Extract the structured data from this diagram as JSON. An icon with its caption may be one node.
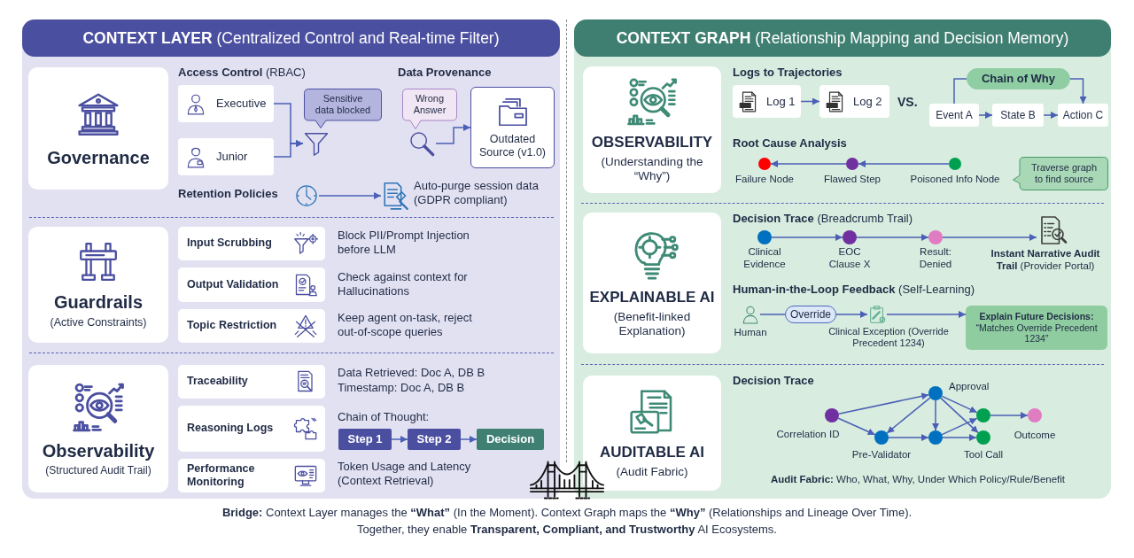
{
  "diagram": {
    "nodes": [
      {
        "text": [
          "**CONTEXT LAYER** (Centralized Control and Real-time Filter)"
        ]
      },
      {
        "text": [
          "Governance"
        ],
        "in": 0
      },
      {
        "text": [
          "Executive"
        ],
        "in": 0
      },
      {
        "text": [
          "Junior"
        ],
        "in": 0
      },
      {
        "text": [],
        "shape": "picture",
        "in": 0
      },
      {
        "text": [
          "Sensitive data blocked"
        ],
        "in": 0
      },
      {
        "text": [
          "Wrong Answer"
        ],
        "in": 0
      },
      {
        "text": [],
        "shape": "picture",
        "in": 0
      },
      {
        "text": [
          "Outdated Source (v1.0)"
        ],
        "in": 0
      },
      {
        "text": [],
        "shape": "picture",
        "in": 0
      },
      {
        "text": [],
        "shape": "picture",
        "in": 0,
        "beside": [
          "Auto-purge session data (GDPR compliant)"
        ]
      },
      {
        "text": [
          "Guardrails",
          "(Active Constraints)"
        ],
        "in": 0
      },
      {
        "text": [
          "Input Scrubbing"
        ],
        "in": 0,
        "beside": [
          "Block PII/Prompt Injection before LLM"
        ]
      },
      {
        "text": [
          "Output Validation"
        ],
        "in": 0,
        "beside": [
          "Check against context for Hallucinations"
        ]
      },
      {
        "text": [
          "Topic Restriction"
        ],
        "in": 0,
        "beside": [
          "Keep agent on-task, reject out-of-scope queries"
        ]
      },
      {
        "text": [
          "Observability",
          "(Structured Audit Trail)"
        ],
        "in": 0
      },
      {
        "text": [
          "Traceability"
        ],
        "in": 0,
        "beside": [
          "Data Retrieved: Doc A, DB B",
          "Timestamp: Doc A, DB B"
        ]
      },
      {
        "text": [
          "Reasoning Logs"
        ],
        "in": 0
      },
      {
        "text": [
          "Step 1"
        ],
        "in": 0
      },
      {
        "text": [
          "Step 2"
        ],
        "in": 0
      },
      {
        "text": [
          "Decision"
        ],
        "in": 0
      },
      {
        "text": [
          "Performance Monitoring"
        ],
        "in": 0,
        "beside": [
          "Token Usage and Latency (Context Retrieval)"
        ]
      },
      {
        "text": [
          "**CONTEXT GRAPH** (Relationship Mapping and Decision Memory)"
        ]
      },
      {
        "text": [
          "OBSERVABILITY",
          "(Understanding the “Why”)"
        ],
        "in": 22
      },
      {
        "text": [
          "Log 1"
        ],
        "in": 22
      },
      {
        "text": [
          "Log 2"
        ],
        "in": 22
      },
      {
        "text": [
          "Chain of Why"
        ],
        "in": 22
      },
      {
        "text": [
          "Event A"
        ],
        "in": 22
      },
      {
        "text": [
          "State B"
        ],
        "in": 22
      },
      {
        "text": [
          "Action C"
        ],
        "in": 22
      },
      {
        "text": [],
        "shape": "circle",
        "in": 22,
        "beside": [
          "Failure Node"
        ]
      },
      {
        "text": [],
        "shape": "circle",
        "in": 22,
        "beside": [
          "Flawed Step"
        ]
      },
      {
        "text": [],
        "shape": "circle",
        "in": 22,
        "beside": [
          "Poisoned Info Node"
        ]
      },
      {
        "text": [
          "Traverse graph to find source"
        ],
        "in": 22
      },
      {
        "text": [
          "EXPLAINABLE AI",
          "(Benefit-linked Explanation)"
        ],
        "in": 22
      },
      {
        "text": [],
        "shape": "circle",
        "in": 22,
        "beside": [
          "Clinical Evidence"
        ]
      },
      {
        "text": [],
        "shape": "circle",
        "in": 22,
        "beside": [
          "EOC Clause X"
        ]
      },
      {
        "text": [],
        "shape": "circle",
        "in": 22,
        "beside": [
          "Result: Denied"
        ]
      },
      {
        "text": [],
        "shape": "picture",
        "in": 22,
        "beside": [
          "**Instant Narrative Audit Trail** (Provider Portal)"
        ]
      },
      {
        "text": [],
        "shape": "person",
        "in": 22,
        "beside": [
          "Human"
        ]
      },
      {
        "text": [
          "Override"
        ],
        "in": 22
      },
      {
        "text": [],
        "shape": "picture",
        "in": 22,
        "beside": [
          "Clinical Exception (Override Precedent 1234)"
        ]
      },
      {
        "text": [
          "Explain Future Decisions:",
          "“Matches Override Precedent 1234”"
        ],
        "in": 22
      },
      {
        "text": [
          "AUDITABLE AI",
          "(Audit Fabric)"
        ],
        "in": 22
      },
      {
        "text": [],
        "shape": "circle",
        "in": 22,
        "beside": [
          "Correlation ID"
        ]
      },
      {
        "text": [],
        "shape": "circle",
        "in": 22,
        "beside": [
          "Pre-Validator"
        ]
      },
      {
        "text": [],
        "shape": "circle",
        "in": 22,
        "beside": [
          "Approval"
        ]
      },
      {
        "text": [],
        "shape": "circle",
        "in": 22
      },
      {
        "text": [],
        "shape": "circle",
        "in": 22
      },
      {
        "text": [],
        "shape": "circle",
        "in": 22,
        "beside": [
          "Tool Call"
        ]
      },
      {
        "text": [],
        "shape": "circle",
        "in": 22,
        "beside": [
          "Outcome"
        ]
      }
    ],
    "edges": [
      {
        "from": 2,
        "to": 4,
        "arrow": "to"
      },
      {
        "from": 3,
        "to": 4,
        "arrow": "to"
      },
      {
        "from": 7,
        "to": 8,
        "arrow": "to"
      },
      {
        "from": 9,
        "to": 10,
        "arrow": "to"
      },
      {
        "from": 18,
        "to": 19,
        "arrow": "to"
      },
      {
        "from": 19,
        "to": 20,
        "arrow": "to"
      },
      {
        "from": 24,
        "to": 25,
        "arrow": "to"
      },
      {
        "from": 27,
        "to": 28,
        "arrow": "to"
      },
      {
        "from": 28,
        "to": 29,
        "arrow": "to"
      },
      {
        "from": 27,
        "to": 26,
        "arrow": "none"
      },
      {
        "from": 26,
        "to": 29,
        "arrow": "to"
      },
      {
        "from": 32,
        "to": 31,
        "arrow": "to"
      },
      {
        "from": 31,
        "to": 30,
        "arrow": "to"
      },
      {
        "from": 35,
        "to": 36,
        "arrow": "to"
      },
      {
        "from": 36,
        "to": 37,
        "arrow": "to"
      },
      {
        "from": 37,
        "to": 38,
        "arrow": "to"
      },
      {
        "from": 39,
        "to": 40,
        "arrow": "none"
      },
      {
        "from": 40,
        "to": 41,
        "arrow": "to"
      },
      {
        "from": 41,
        "to": 42,
        "arrow": "to"
      },
      {
        "from": 44,
        "to": 46,
        "arrow": "to"
      },
      {
        "from": 44,
        "to": 45,
        "arrow": "to"
      },
      {
        "from": 46,
        "to": 45,
        "arrow": "to"
      },
      {
        "from": 46,
        "to": 47,
        "arrow": "to"
      },
      {
        "from": 46,
        "to": 48,
        "arrow": "to"
      },
      {
        "from": 46,
        "to": 49,
        "arrow": "to"
      },
      {
        "from": 45,
        "to": 47,
        "arrow": "to"
      },
      {
        "from": 47,
        "to": 48,
        "arrow": "to"
      },
      {
        "from": 47,
        "to": 49,
        "arrow": "to"
      },
      {
        "from": 48,
        "to": 50,
        "arrow": "to"
      }
    ],
    "labels": [
      "**Access Control** (RBAC)",
      "Data Provenance",
      "Retention Policies",
      "Chain of Thought:",
      "Logs to Trajectories",
      "VS.",
      "Root Cause Analysis",
      "**Decision Trace** (Breadcrumb Trail)",
      "**Human-in-the-Loop Feedback** (Self-Learning)",
      "Decision Trace",
      "**Audit Fabric:** Who, What, Why, Under Which Policy/Rule/Benefit"
    ],
    "caption": "**Bridge:** Context Layer manages the **“What”** (In the Moment). Context Graph maps the **“Why”** (Relationships and Lineage Over Time). Together, they enable **Transparent, Compliant, and Trustworthy** AI Ecosystems."
  }
}
